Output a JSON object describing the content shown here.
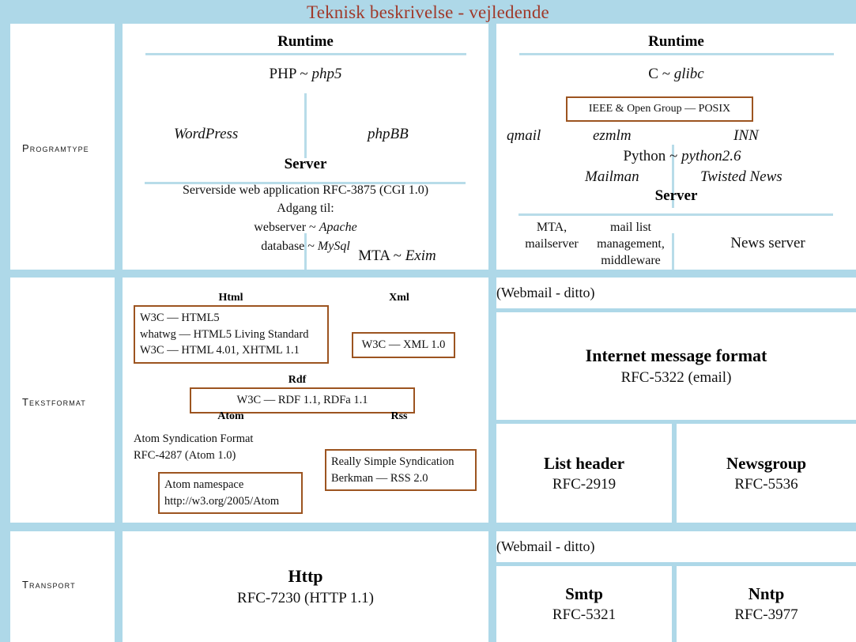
{
  "title": "Teknisk beskrivelse - vejledende",
  "colors": {
    "background": "#aed8e8",
    "panel": "#ffffff",
    "rule": "#b8dce9",
    "accent_box_border": "#9c5420",
    "title_text": "#a0392a"
  },
  "sidebar": {
    "items": [
      {
        "label": "Programtype"
      },
      {
        "label": "Tekstformat"
      },
      {
        "label": "Transport"
      }
    ]
  },
  "programtype": {
    "web": {
      "runtime_header": "Runtime",
      "runtime_line": "PHP ~ php5",
      "runtime_line_plain": "PHP ~ ",
      "runtime_line_italic": "php5",
      "apps_left": "WordPress",
      "apps_right": "phpBB",
      "server_header": "Server",
      "server_lines": [
        "Serverside web application RFC-3875 (CGI 1.0)",
        "Adgang til:"
      ],
      "webserver_plain": "webserver ~ ",
      "webserver_italic": "Apache",
      "database_plain": "database ~ ",
      "database_italic": "MySql",
      "mta_plain": "MTA ~ ",
      "mta_italic": "Exim"
    },
    "mail": {
      "runtime_header": "Runtime",
      "runtime_plain": "C ~ ",
      "runtime_italic": "glibc",
      "posix_box": "IEEE & Open Group — POSIX",
      "row_left": "qmail",
      "row_mid": "ezmlm",
      "row_right": "INN",
      "python_plain": "Python ~ ",
      "python_italic": "python2.6",
      "row2_mid": "Mailman",
      "row2_right": "Twisted News",
      "server_header": "Server",
      "server_left": "MTA,\nmailserver",
      "server_left_l1": "MTA,",
      "server_left_l2": "mailserver",
      "server_mid_l1": "mail list",
      "server_mid_l2": "management,",
      "server_mid_l3": "middleware",
      "server_right": "News server"
    }
  },
  "tekstformat": {
    "web": {
      "html_header": "Html",
      "html_box_lines": [
        "W3C — HTML5",
        "whatwg — HTML5 Living Standard",
        "W3C — HTML 4.01, XHTML 1.1"
      ],
      "xml_header": "Xml",
      "xml_box": "W3C — XML 1.0",
      "rdf_header": "Rdf",
      "rdf_box": "W3C — RDF 1.1, RDFa 1.1",
      "atom_header": "Atom",
      "atom_text_lines": [
        "Atom Syndication Format",
        "RFC-4287 (Atom 1.0)"
      ],
      "atom_box_lines": [
        "Atom namespace",
        "http://w3.org/2005/Atom"
      ],
      "rss_header": "Rss",
      "rss_box_lines": [
        "Really Simple Syndication",
        "Berkman — RSS 2.0"
      ]
    },
    "mail": {
      "webmail_note": "(Webmail - ditto)",
      "message_format": {
        "title": "Internet message format",
        "sub": "RFC-5322 (email)"
      },
      "list_header": {
        "title": "List header",
        "sub": "RFC-2919"
      },
      "newsgroup": {
        "title": "Newsgroup",
        "sub": "RFC-5536"
      }
    }
  },
  "transport": {
    "web": {
      "title": "Http",
      "sub": "RFC-7230 (HTTP 1.1)"
    },
    "mail": {
      "webmail_note": "(Webmail - ditto)",
      "smtp": {
        "title": "Smtp",
        "sub": "RFC-5321"
      },
      "nntp": {
        "title": "Nntp",
        "sub": "RFC-3977"
      }
    }
  }
}
